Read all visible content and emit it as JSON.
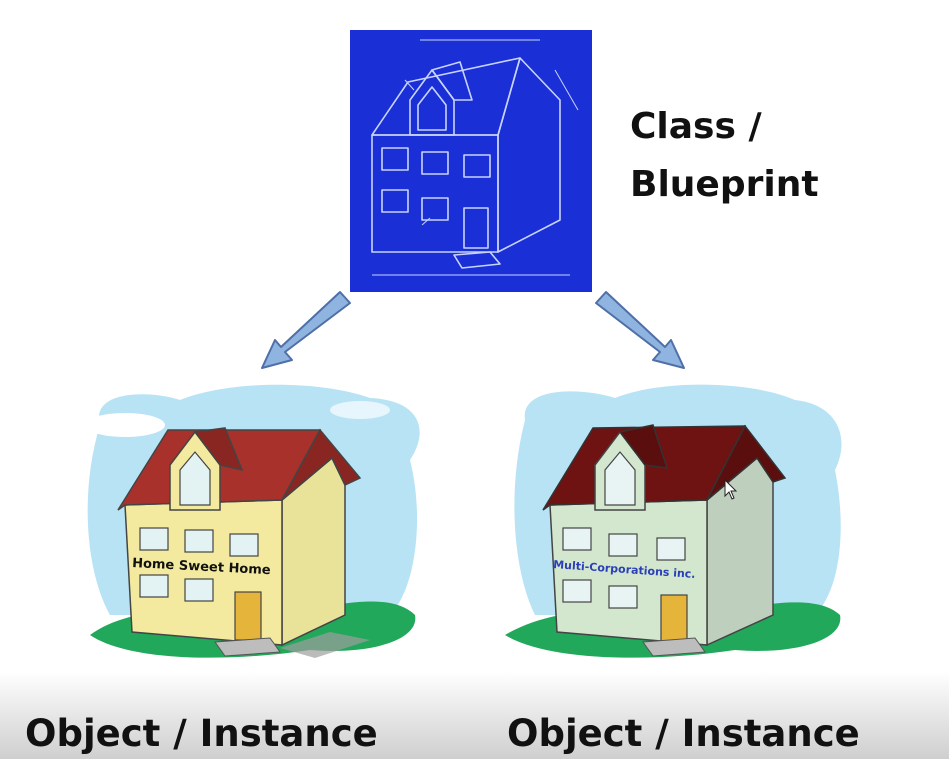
{
  "class_label": {
    "line1": "Class /",
    "line2": "Blueprint"
  },
  "instances": [
    {
      "sign": "Home Sweet Home",
      "label": "Object / Instance"
    },
    {
      "sign": "Multi-Corporations inc.",
      "label": "Object / Instance"
    }
  ],
  "colors": {
    "blueprint_bg": "#1a2fd6",
    "roof_red": "#a8312c",
    "roof_dark": "#6e1212",
    "wall_yellow": "#f3eaa0",
    "wall_green": "#d3e7cf",
    "sky": "#b7e3f5",
    "grass": "#22a85a",
    "arrow": "#8fb4e0"
  }
}
